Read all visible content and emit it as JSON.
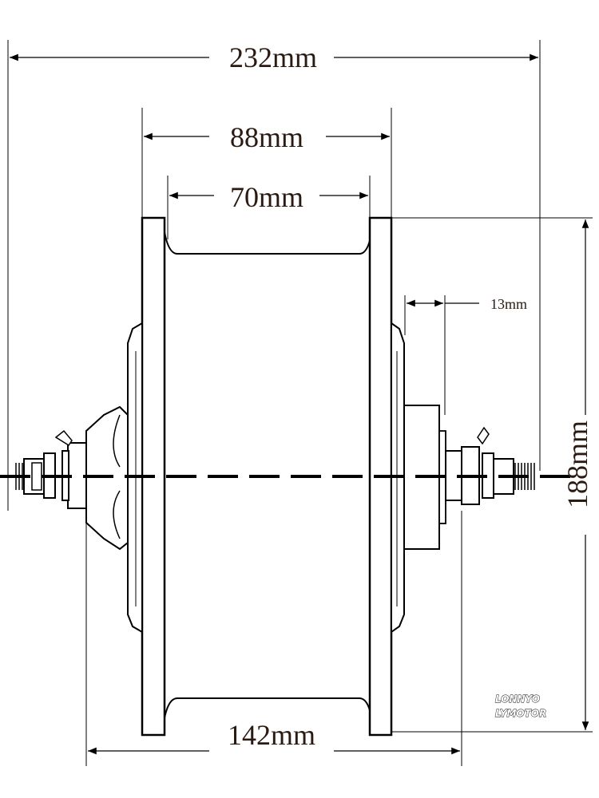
{
  "dimensions": {
    "overall_axle_width": "232mm",
    "flange_outer_width": "88mm",
    "rim_width": "70mm",
    "brake_offset": "13mm",
    "diameter": "188mm",
    "dropout_spacing": "142mm"
  },
  "logo": {
    "line1": "LONNYO",
    "line2": "LYMOTOR"
  },
  "colors": {
    "line": "#000000",
    "text": "#2a1a12",
    "background": "#ffffff"
  }
}
